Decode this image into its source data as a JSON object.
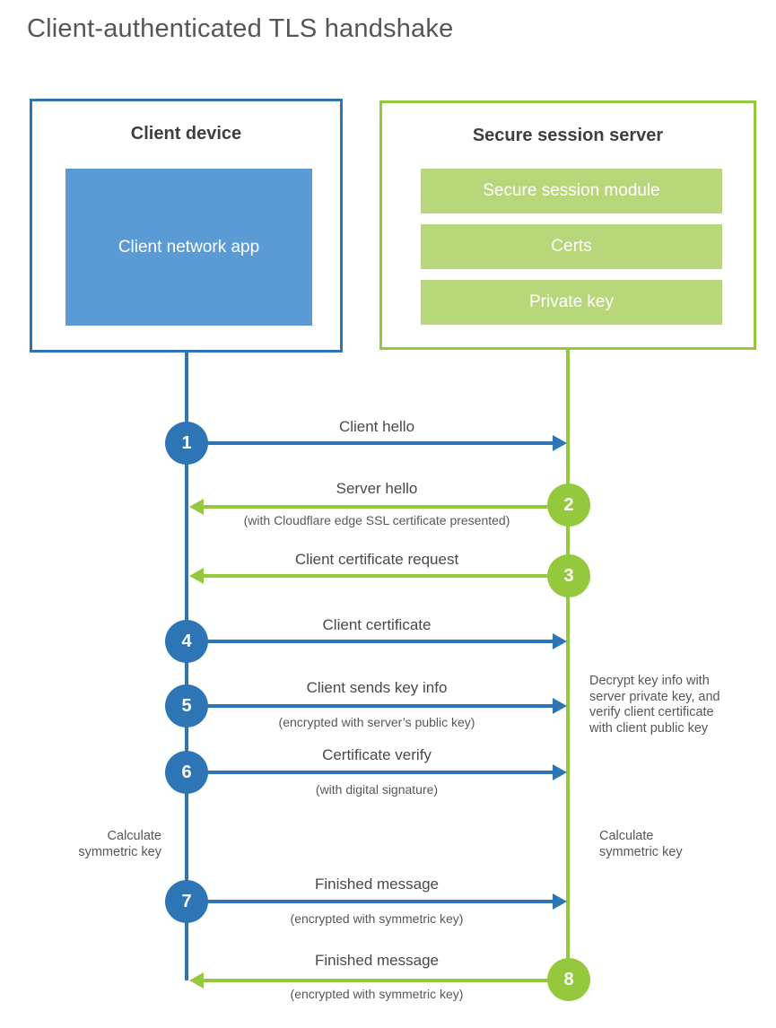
{
  "title": "Client-authenticated TLS handshake",
  "colors": {
    "blue": "#2e75b6",
    "blue-light": "#5b9bd5",
    "green": "#94c83d",
    "green-light": "#b7d77a",
    "heading": "#3e3f41",
    "label": "#47494c",
    "sublabel": "#55575a",
    "title": "#54565b"
  },
  "client_box": {
    "heading": "Client device",
    "app_label": "Client network app"
  },
  "server_box": {
    "heading": "Secure session server",
    "modules": [
      "Secure session module",
      "Certs",
      "Private key"
    ]
  },
  "steps": [
    {
      "number": "1",
      "label": "Client hello",
      "direction": "client-to-server"
    },
    {
      "number": "2",
      "label": "Server hello",
      "sublabel": "(with Cloudflare edge SSL certificate presented)",
      "direction": "server-to-client"
    },
    {
      "number": "3",
      "label": "Client certificate request",
      "direction": "server-to-client"
    },
    {
      "number": "4",
      "label": "Client certificate",
      "direction": "client-to-server"
    },
    {
      "number": "5",
      "label": "Client sends key info",
      "sublabel": "(encrypted with server’s public key)",
      "direction": "client-to-server"
    },
    {
      "number": "6",
      "label": "Certificate verify",
      "sublabel": "(with digital signature)",
      "direction": "client-to-server"
    },
    {
      "number": "7",
      "label": "Finished message",
      "sublabel": "(encrypted with symmetric key)",
      "direction": "client-to-server"
    },
    {
      "number": "8",
      "label": "Finished message",
      "sublabel": "(encrypted with symmetric key)",
      "direction": "server-to-client"
    }
  ],
  "annotations": {
    "decrypt_note": "Decrypt key info with server private key, and verify client certificate with client public key",
    "calc_left": "Calculate symmetric key",
    "calc_right": "Calculate symmetric key"
  }
}
